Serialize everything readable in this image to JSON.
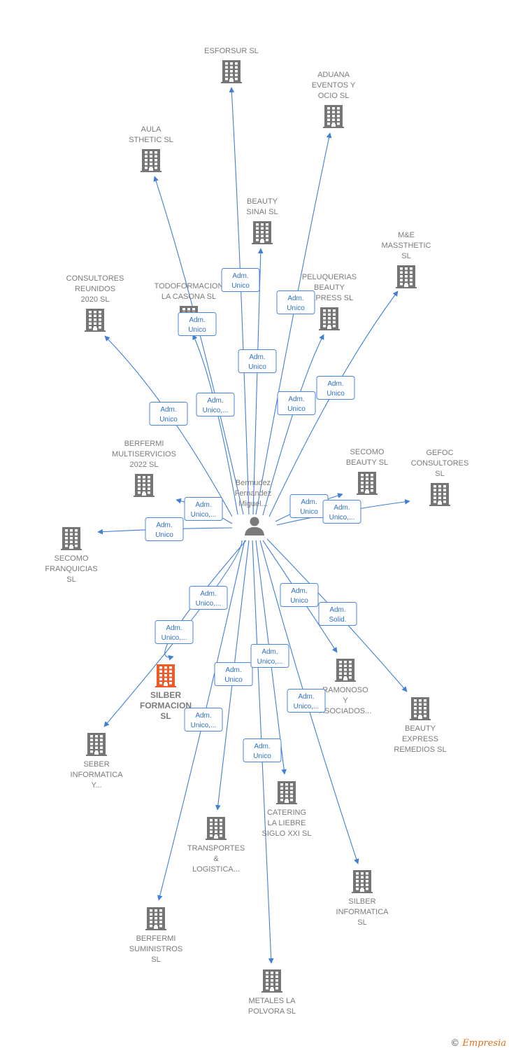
{
  "center": {
    "label": [
      "Bermudez",
      "Fernandez",
      "Miguel..."
    ],
    "icon": "person-icon"
  },
  "colors": {
    "edge": "#3f7fd6",
    "building": "#757575",
    "highlight": "#f05a28",
    "label": "#7a7a7a"
  },
  "nodes": [
    {
      "id": "esforsur",
      "label": [
        "ESFORSUR SL"
      ],
      "highlight": false
    },
    {
      "id": "aduana",
      "label": [
        "ADUANA",
        "EVENTOS Y",
        "OCIO  SL"
      ],
      "highlight": false
    },
    {
      "id": "aula",
      "label": [
        "AULA",
        "STHETIC  SL"
      ],
      "highlight": false
    },
    {
      "id": "beauty-sinai",
      "label": [
        "BEAUTY",
        "SINAI  SL"
      ],
      "highlight": false
    },
    {
      "id": "me-massthetic",
      "label": [
        "M&E",
        "MASSTHETIC",
        "SL"
      ],
      "highlight": false
    },
    {
      "id": "consultores",
      "label": [
        "CONSULTORES",
        "REUNIDOS",
        "2020  SL"
      ],
      "highlight": false
    },
    {
      "id": "todoformacion",
      "label": [
        "TODOFORMACION",
        "LA CASONA  SL"
      ],
      "highlight": false
    },
    {
      "id": "peluquerias",
      "label": [
        "PELUQUERIAS",
        "BEAUTY",
        "EXPRESS  SL"
      ],
      "highlight": false
    },
    {
      "id": "berfermi-multi",
      "label": [
        "BERFERMI",
        "MULTISERVICIOS",
        "2022  SL"
      ],
      "highlight": false
    },
    {
      "id": "secomo-beauty",
      "label": [
        "SECOMO",
        "BEAUTY  SL"
      ],
      "highlight": false
    },
    {
      "id": "gefoc",
      "label": [
        "GEFOC",
        "CONSULTORES",
        "SL"
      ],
      "highlight": false
    },
    {
      "id": "secomo-franq",
      "label": [
        "SECOMO",
        "FRANQUICIAS",
        "SL"
      ],
      "highlight": false
    },
    {
      "id": "silber-formacion",
      "label": [
        "SILBER",
        "FORMACION",
        "SL"
      ],
      "highlight": true
    },
    {
      "id": "ramonoso",
      "label": [
        "RAMONOSO",
        "Y",
        "ASOCIADOS..."
      ],
      "highlight": false
    },
    {
      "id": "beauty-remedios",
      "label": [
        "BEAUTY",
        "EXPRESS",
        "REMEDIOS  SL"
      ],
      "highlight": false
    },
    {
      "id": "seber",
      "label": [
        "SEBER",
        "INFORMATICA",
        "Y..."
      ],
      "highlight": false
    },
    {
      "id": "catering",
      "label": [
        "CATERING",
        "LA LIEBRE",
        "SIGLO XXI  SL"
      ],
      "highlight": false
    },
    {
      "id": "transportes",
      "label": [
        "TRANSPORTES",
        "&",
        "LOGISTICA..."
      ],
      "highlight": false
    },
    {
      "id": "silber-info",
      "label": [
        "SILBER",
        "INFORMATICA",
        "SL"
      ],
      "highlight": false
    },
    {
      "id": "berfermi-sum",
      "label": [
        "BERFERMI",
        "SUMINISTROS",
        "SL"
      ],
      "highlight": false
    },
    {
      "id": "metales",
      "label": [
        "METALES LA",
        "POLVORA  SL"
      ],
      "highlight": false
    }
  ],
  "edges": [
    {
      "to": "esforsur",
      "label": [
        "Adm.",
        "Unico"
      ]
    },
    {
      "to": "aduana",
      "label": [
        "Adm.",
        "Unico"
      ]
    },
    {
      "to": "aula",
      "label": [
        "Adm.",
        "Unico"
      ]
    },
    {
      "to": "beauty-sinai",
      "label": [
        "Adm.",
        "Unico"
      ]
    },
    {
      "to": "me-massthetic",
      "label": [
        "Adm.",
        "Unico"
      ]
    },
    {
      "to": "consultores",
      "label": [
        "Adm.",
        "Unico"
      ]
    },
    {
      "to": "todoformacion",
      "label": [
        "Adm.",
        "Unico,..."
      ]
    },
    {
      "to": "peluquerias",
      "label": [
        "Adm.",
        "Unico"
      ]
    },
    {
      "to": "berfermi-multi",
      "label": [
        "Adm.",
        "Unico,..."
      ]
    },
    {
      "to": "secomo-beauty",
      "label": [
        "Adm.",
        "Unico"
      ]
    },
    {
      "to": "gefoc",
      "label": [
        "Adm.",
        "Unico,..."
      ]
    },
    {
      "to": "secomo-franq",
      "label": [
        "Adm.",
        "Unico"
      ]
    },
    {
      "to": "silber-formacion",
      "label": [
        "Adm.",
        "Unico,..."
      ]
    },
    {
      "to": "seber",
      "label": [
        "Adm.",
        "Unico,..."
      ]
    },
    {
      "to": "ramonoso",
      "label": [
        "Adm.",
        "Unico"
      ]
    },
    {
      "to": "beauty-remedios",
      "label": [
        "Adm.",
        "Solid."
      ]
    },
    {
      "to": "transportes",
      "label": [
        "Adm.",
        "Unico"
      ]
    },
    {
      "to": "catering",
      "label": [
        "Adm.",
        "Unico,..."
      ]
    },
    {
      "to": "silber-info",
      "label": [
        "Adm.",
        "Unico,..."
      ]
    },
    {
      "to": "berfermi-sum",
      "label": [
        "Adm.",
        "Unico,..."
      ]
    },
    {
      "to": "metales",
      "label": [
        "Adm.",
        "Unico"
      ]
    }
  ],
  "watermark": {
    "copyright": "©",
    "brand": "Empresia"
  }
}
